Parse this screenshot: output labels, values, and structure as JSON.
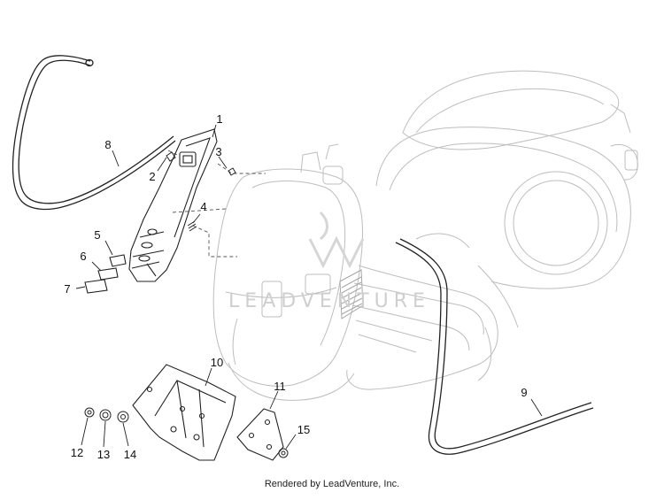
{
  "callouts": {
    "c1": "1",
    "c2": "2",
    "c3": "3",
    "c4": "4",
    "c5": "5",
    "c6": "6",
    "c7": "7",
    "c8": "8",
    "c9": "9",
    "c10": "10",
    "c11": "11",
    "c12": "12",
    "c13": "13",
    "c14": "14",
    "c15": "15"
  },
  "watermark": "LEADVENTURE",
  "footer": "Rendered by LeadVenture, Inc.",
  "colors": {
    "ghost": "#b9b9b9",
    "part": "#222222",
    "dash": "#555555"
  }
}
